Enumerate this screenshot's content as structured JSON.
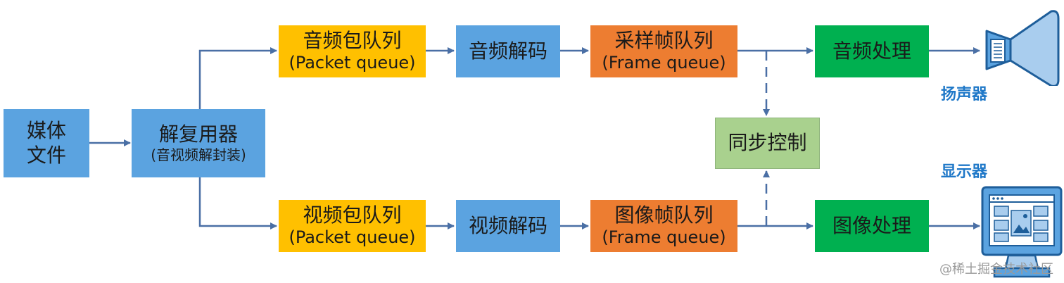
{
  "nodes": {
    "media_file": {
      "line1": "媒体",
      "line2": "文件"
    },
    "demuxer": {
      "line1": "解复用器",
      "line2": "(音视频解封装)"
    },
    "audio_packet_queue": {
      "line1": "音频包队列",
      "line2": "(Packet queue)"
    },
    "audio_decode": {
      "line1": "音频解码"
    },
    "audio_frame_queue": {
      "line1": "采样帧队列",
      "line2": "(Frame queue)"
    },
    "audio_process": {
      "line1": "音频处理"
    },
    "sync_control": {
      "line1": "同步控制"
    },
    "video_packet_queue": {
      "line1": "视频包队列",
      "line2": "(Packet queue)"
    },
    "video_decode": {
      "line1": "视频解码"
    },
    "video_frame_queue": {
      "line1": "图像帧队列",
      "line2": "(Frame queue)"
    },
    "video_process": {
      "line1": "图像处理"
    }
  },
  "labels": {
    "speaker": "扬声器",
    "display": "显示器"
  },
  "watermark": "@稀土掘金技术社区",
  "icons": {
    "speaker": "speaker-icon",
    "display": "monitor-icon"
  },
  "colors": {
    "blue": "#5ba3e0",
    "yellow": "#ffc000",
    "orange": "#ed7d31",
    "green": "#00b050",
    "light_green": "#a9d18e",
    "arrow": "#4a6fa5",
    "label": "#1f78c8"
  }
}
